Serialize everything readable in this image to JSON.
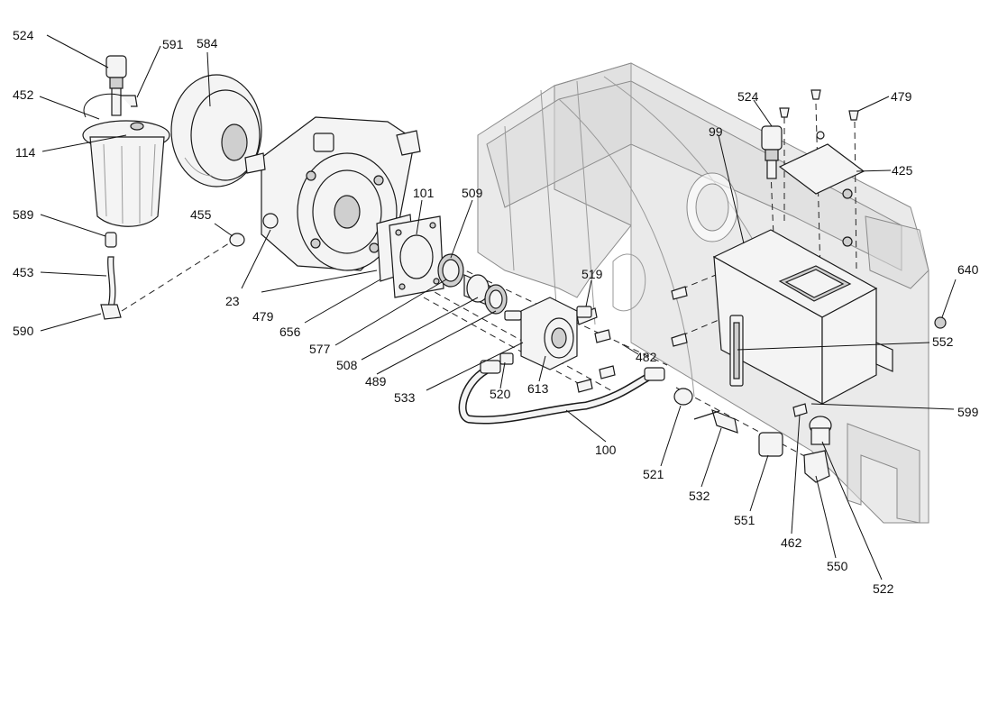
{
  "diagram": {
    "callouts": [
      {
        "id": "c524a",
        "label": "524"
      },
      {
        "id": "c591",
        "label": "591"
      },
      {
        "id": "c584",
        "label": "584"
      },
      {
        "id": "c452",
        "label": "452"
      },
      {
        "id": "c114",
        "label": "114"
      },
      {
        "id": "c589",
        "label": "589"
      },
      {
        "id": "c453",
        "label": "453"
      },
      {
        "id": "c590",
        "label": "590"
      },
      {
        "id": "c455",
        "label": "455"
      },
      {
        "id": "c23",
        "label": "23"
      },
      {
        "id": "c479a",
        "label": "479"
      },
      {
        "id": "c656",
        "label": "656"
      },
      {
        "id": "c101",
        "label": "101"
      },
      {
        "id": "c509",
        "label": "509"
      },
      {
        "id": "c577",
        "label": "577"
      },
      {
        "id": "c508",
        "label": "508"
      },
      {
        "id": "c489",
        "label": "489"
      },
      {
        "id": "c533",
        "label": "533"
      },
      {
        "id": "c520",
        "label": "520"
      },
      {
        "id": "c613",
        "label": "613"
      },
      {
        "id": "c519",
        "label": "519"
      },
      {
        "id": "c482",
        "label": "482"
      },
      {
        "id": "c100",
        "label": "100"
      },
      {
        "id": "c521",
        "label": "521"
      },
      {
        "id": "c532",
        "label": "532"
      },
      {
        "id": "c551",
        "label": "551"
      },
      {
        "id": "c550",
        "label": "550"
      },
      {
        "id": "c462",
        "label": "462"
      },
      {
        "id": "c522",
        "label": "522"
      },
      {
        "id": "c599",
        "label": "599"
      },
      {
        "id": "c552",
        "label": "552"
      },
      {
        "id": "c640",
        "label": "640"
      },
      {
        "id": "c425",
        "label": "425"
      },
      {
        "id": "c479b",
        "label": "479"
      },
      {
        "id": "c524b",
        "label": "524"
      },
      {
        "id": "c99",
        "label": "99"
      }
    ]
  }
}
